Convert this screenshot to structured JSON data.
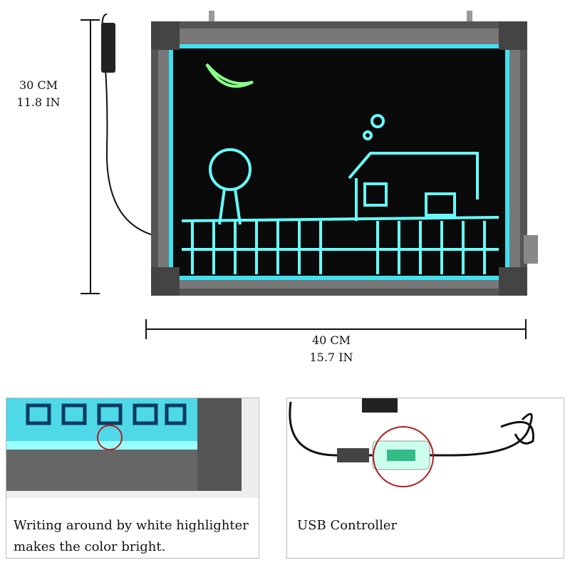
{
  "dimensions": {
    "height_cm": "30 CM",
    "height_in": "11.8 IN",
    "width_cm": "40 CM",
    "width_in": "15.7 IN"
  },
  "panels": [
    {
      "caption_line1": "Writing around by white highlighter",
      "caption_line2": "makes the color bright."
    },
    {
      "caption_line1": "USB Controller"
    }
  ],
  "colors": {
    "glow": "#3fe0f0",
    "frame": "#5a5a5a",
    "highlight_circle": "#b02020"
  }
}
